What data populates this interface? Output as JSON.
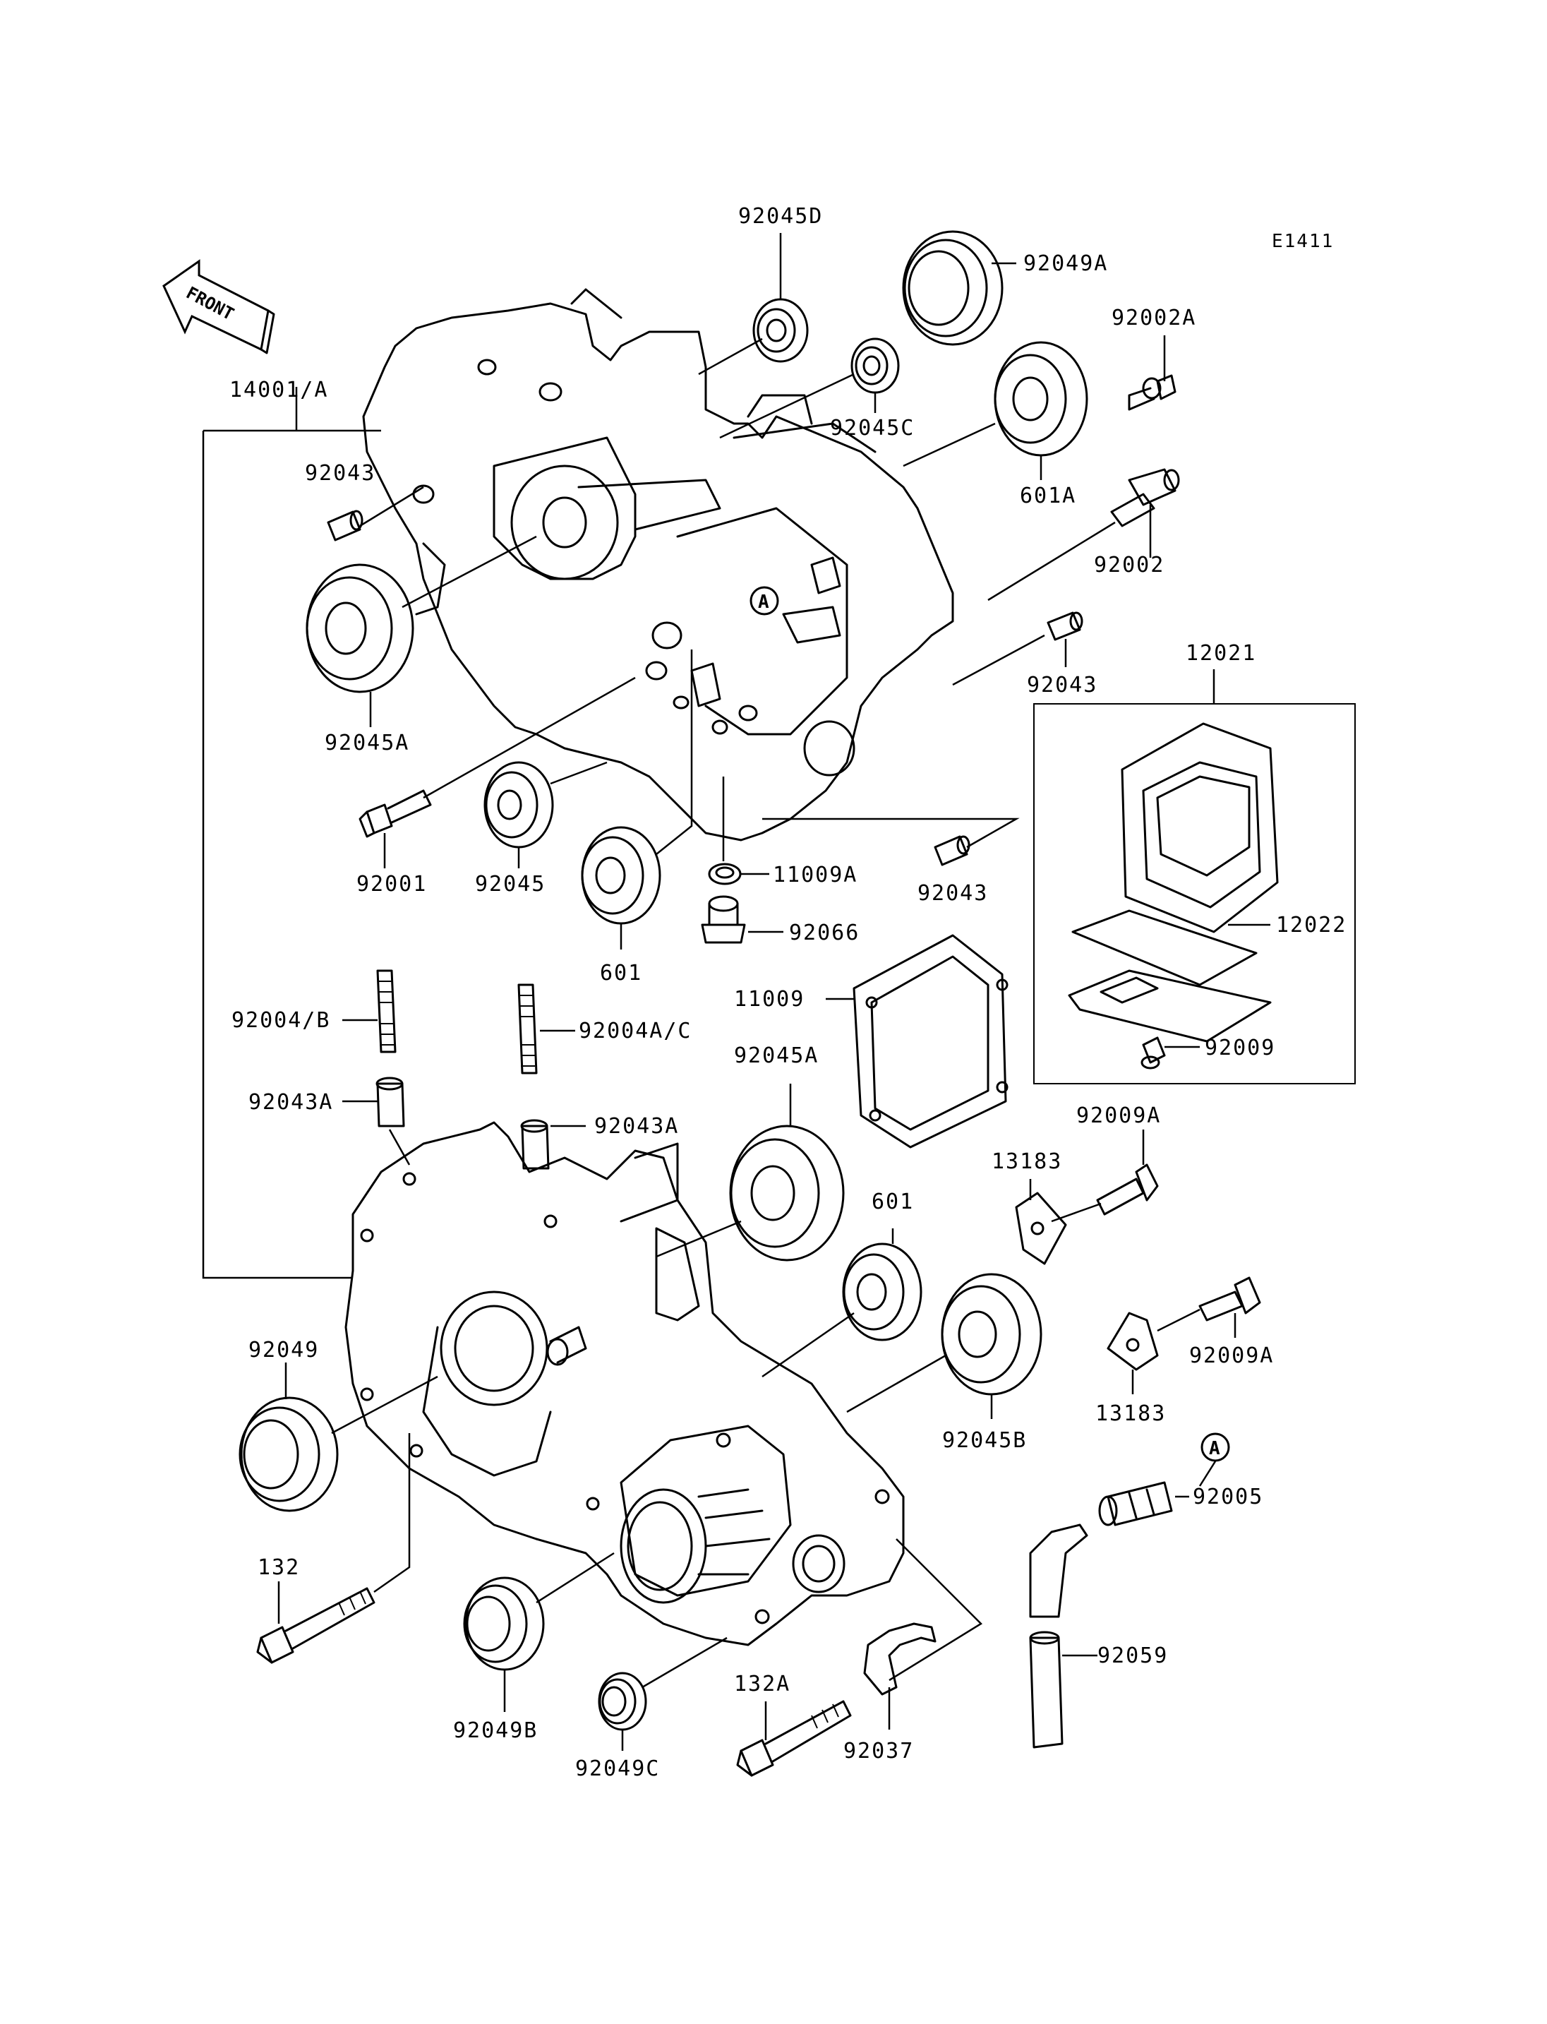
{
  "diagram_code": "E1411",
  "front_label": "FRONT",
  "ref_marker": "A",
  "parts": {
    "p14001A": "14001/A",
    "p92045D": "92045D",
    "p92049A": "92049A",
    "p92002A": "92002A",
    "p92045C": "92045C",
    "p601A": "601A",
    "p92002": "92002",
    "p92043_a": "92043",
    "p92043_b": "92043",
    "p92043_c": "92043",
    "p12021": "12021",
    "p92045A_a": "92045A",
    "p92001": "92001",
    "p92045": "92045",
    "p601_a": "601",
    "p11009A": "11009A",
    "p92066": "92066",
    "p12022": "12022",
    "p11009": "11009",
    "p92009": "92009",
    "p92004B": "92004/B",
    "p92004AC": "92004A/C",
    "p92043A_a": "92043A",
    "p92043A_b": "92043A",
    "p92045A_b": "92045A",
    "p92009A_a": "92009A",
    "p13183_a": "13183",
    "p601_b": "601",
    "p92049": "92049",
    "p92009A_b": "92009A",
    "p13183_b": "13183",
    "p92045B": "92045B",
    "p92005": "92005",
    "p132": "132",
    "p92059": "92059",
    "p92049B": "92049B",
    "p132A": "132A",
    "p92049C": "92049C",
    "p92037": "92037"
  }
}
